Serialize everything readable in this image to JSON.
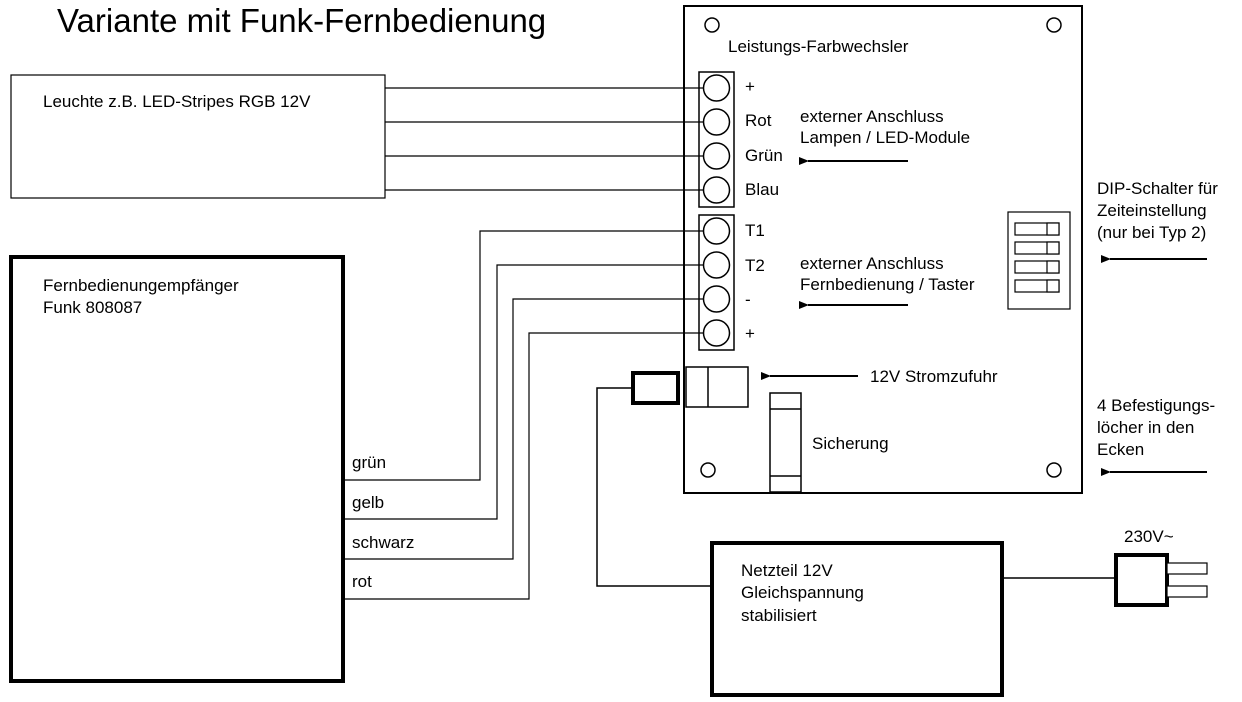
{
  "title": "Variante mit Funk-Fernbedienung",
  "controller": {
    "title": "Leistungs-Farbwechsler",
    "terminals_lamps": [
      "+",
      "Rot",
      "Grün",
      "Blau"
    ],
    "terminals_remote": [
      "T1",
      "T2",
      "-",
      "+"
    ],
    "note_lamps": [
      "externer Anschluss",
      "Lampen / LED-Module"
    ],
    "note_remote": [
      "externer Anschluss",
      "Fernbedienung / Taster"
    ],
    "power_input_label": "12V Stromzufuhr",
    "fuse_label": "Sicherung"
  },
  "lamp": {
    "label": "Leuchte z.B. LED-Stripes RGB 12V"
  },
  "receiver": {
    "title": [
      "Fernbedienungempfänger",
      "Funk 808087"
    ],
    "wires": [
      "grün",
      "gelb",
      "schwarz",
      "rot"
    ]
  },
  "power_supply": {
    "label": [
      "Netzteil 12V",
      "Gleichspannung",
      "stabilisiert"
    ]
  },
  "plug": {
    "label": "230V~"
  },
  "side_notes": {
    "dip_switch": [
      "DIP-Schalter für",
      "Zeiteinstellung",
      "(nur bei Typ 2)"
    ],
    "mounting_holes": [
      "4 Befestigungs-",
      "löcher in den",
      "Ecken"
    ]
  }
}
